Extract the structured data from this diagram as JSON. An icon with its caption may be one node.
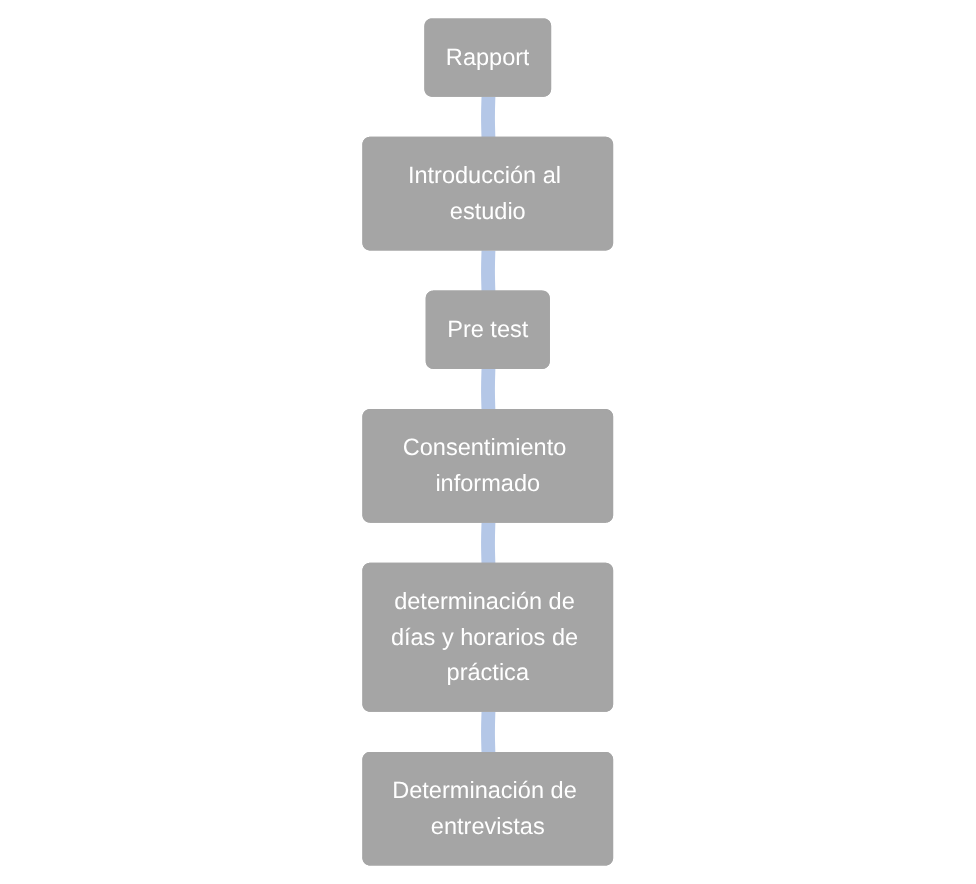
{
  "diagram": {
    "nodes": [
      {
        "text": [
          "Rapport"
        ]
      },
      {
        "text": [
          "Introducción al estudio"
        ]
      },
      {
        "text": [
          "Pre test"
        ]
      },
      {
        "text": [
          "Consentimiento informado"
        ]
      },
      {
        "text": [
          "determinación de días y horarios de práctica"
        ]
      },
      {
        "text": [
          "Determinación de entrevistas"
        ]
      }
    ],
    "edges": [
      {
        "from": 0,
        "to": 1,
        "arrow": "none"
      },
      {
        "from": 1,
        "to": 2,
        "arrow": "none"
      },
      {
        "from": 2,
        "to": 3,
        "arrow": "none"
      },
      {
        "from": 3,
        "to": 4,
        "arrow": "none"
      },
      {
        "from": 4,
        "to": 5,
        "arrow": "none"
      }
    ]
  }
}
